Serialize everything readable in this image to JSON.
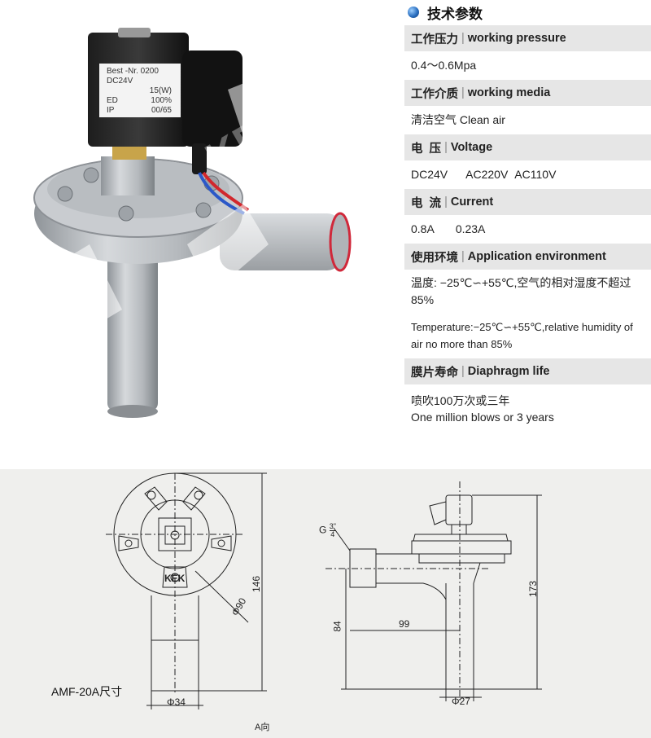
{
  "photo": {
    "coil_label": [
      "Best -Nr. 0200",
      "DC24V",
      "15(W)",
      "ED",
      "100%",
      "IP",
      "00/65"
    ],
    "watermark": "KEK"
  },
  "spec": {
    "title": "技术参数",
    "rows": [
      {
        "cn": "工作压力",
        "en": "working pressure",
        "value": "0.4～0.6Mpa"
      },
      {
        "cn": "工作介质",
        "en": "working media",
        "value": "清洁空气 Clean air"
      },
      {
        "cn": "电  压",
        "en": "Voltage",
        "values": [
          "DC24V",
          "AC220V",
          "AC110V"
        ]
      },
      {
        "cn": "电  流",
        "en": "Current",
        "values": [
          "0.8A",
          "0.23A"
        ]
      },
      {
        "cn": "使用环境",
        "en": "Application environment",
        "text1": "温度: −25℃∽+55℃,空气的相对湿度不超过85%",
        "text2": "Temperature:−25℃∽+55℃,relative humidity of air no more than 85%"
      },
      {
        "cn": "膜片寿命",
        "en": "Diaphragm life",
        "text1": "喷吹100万次或三年",
        "text2": "One million blows or 3 years"
      }
    ]
  },
  "drawing": {
    "model": "AMF-20A尺寸",
    "logo": "KEK",
    "dims": {
      "d90": "Φ90",
      "h146": "146",
      "d34": "Φ34",
      "view": "A向",
      "thread_g": "G",
      "thread_num": "3\"",
      "thread_den": "4",
      "h173": "173",
      "h84": "84",
      "w99": "99",
      "d27": "Φ27"
    }
  },
  "colors": {
    "header_bg": "#e6e6e6",
    "drawing_bg": "#efefed",
    "accent": "#2a6fc0"
  }
}
